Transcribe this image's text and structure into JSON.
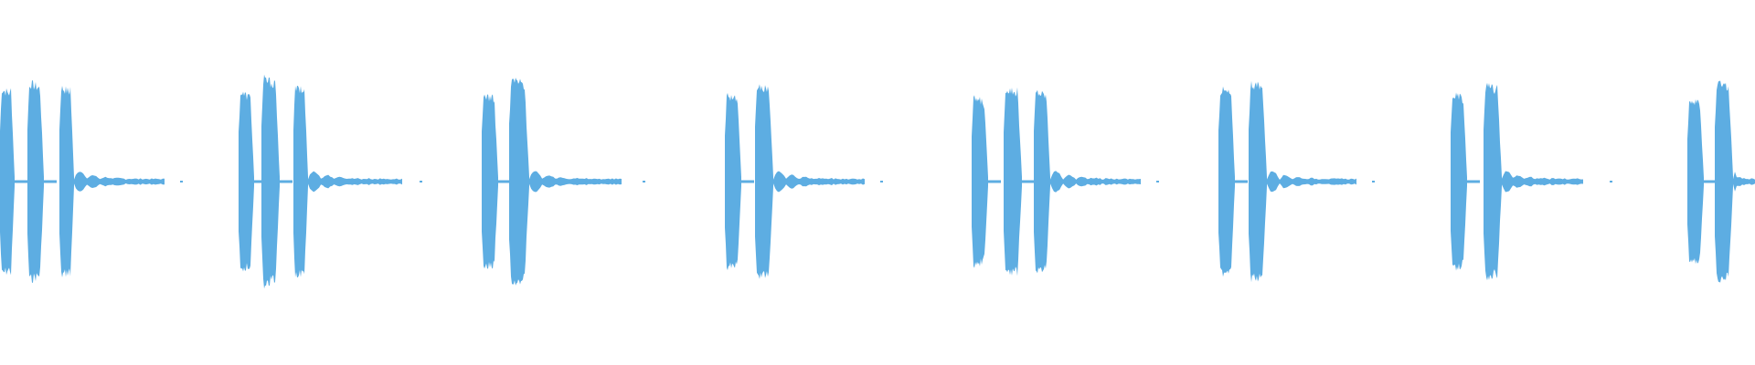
{
  "waveform": {
    "color": "#5dade2",
    "background": "#ffffff",
    "clip_count": 8,
    "bursts_per_clip": [
      3,
      3,
      2,
      2,
      3,
      2,
      2,
      2
    ]
  }
}
